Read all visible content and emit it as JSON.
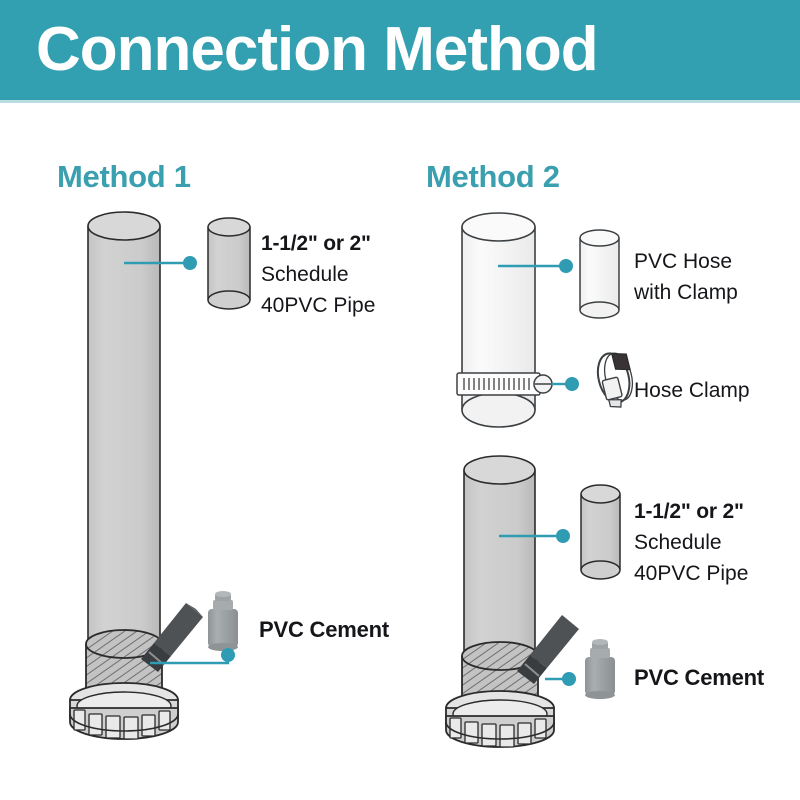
{
  "header": {
    "title": "Connection Method",
    "background_color": "#32a0b0",
    "text_color": "#ffffff"
  },
  "theme": {
    "accent_teal": "#3a9fae",
    "leader_line_color": "#2f9cb4",
    "pipe_gray_fill": "#cccccc",
    "hose_white_fill": "#f5f5f5",
    "outline_color": "#2b2b2b",
    "text_color": "#15161a"
  },
  "methods": [
    {
      "id": "method-1",
      "heading": "Method 1",
      "callouts": [
        {
          "id": "m1-pipe",
          "name": "pvc-pipe",
          "icon": "pipe-cylinder-icon",
          "lines": [
            "1-1/2\" or 2\"",
            "Schedule",
            "40PVC Pipe"
          ],
          "bold_lines": [
            true,
            false,
            false
          ]
        },
        {
          "id": "m1-cement",
          "name": "pvc-cement",
          "icon": "cement-bottle-icon",
          "lines": [
            "PVC Cement"
          ],
          "bold_lines": [
            true
          ]
        }
      ]
    },
    {
      "id": "method-2",
      "heading": "Method 2",
      "callouts": [
        {
          "id": "m2-hose",
          "name": "pvc-hose-with-clamp",
          "icon": "hose-cylinder-icon",
          "lines": [
            "PVC Hose",
            "with Clamp"
          ],
          "bold_lines": [
            false,
            false
          ]
        },
        {
          "id": "m2-clamp",
          "name": "hose-clamp",
          "icon": "hose-clamp-icon",
          "lines": [
            "Hose Clamp"
          ],
          "bold_lines": [
            false
          ]
        },
        {
          "id": "m2-pipe",
          "name": "pvc-pipe",
          "icon": "pipe-cylinder-icon",
          "lines": [
            "1-1/2\" or 2\"",
            "Schedule",
            "40PVC Pipe"
          ],
          "bold_lines": [
            true,
            false,
            false
          ]
        },
        {
          "id": "m2-cement",
          "name": "pvc-cement",
          "icon": "cement-bottle-icon",
          "lines": [
            "PVC Cement"
          ],
          "bold_lines": [
            true
          ]
        }
      ]
    }
  ]
}
